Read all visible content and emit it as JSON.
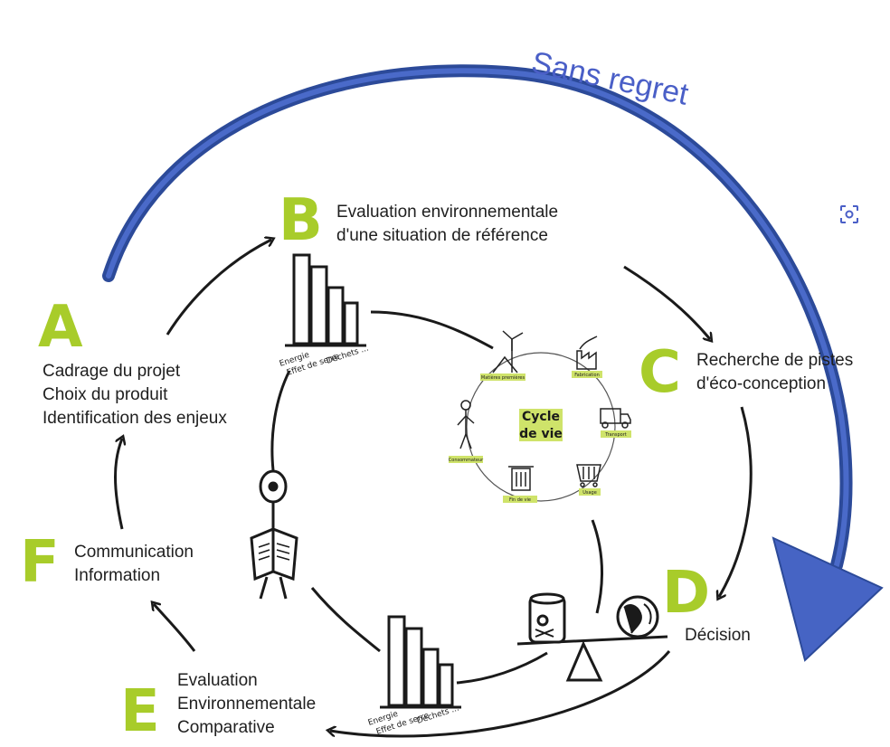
{
  "banner": {
    "text": "Sans regret",
    "color": "#4a5fc7"
  },
  "accent_color": "#a8cc2a",
  "steps": {
    "A": {
      "letter": "A",
      "lines": [
        "Cadrage du projet",
        "Choix du produit",
        "Identification des enjeux"
      ]
    },
    "B": {
      "letter": "B",
      "lines": [
        "Evaluation environnementale",
        "d'une situation de référence"
      ]
    },
    "C": {
      "letter": "C",
      "lines": [
        "Recherche de pistes",
        "d'éco-conception"
      ]
    },
    "D": {
      "letter": "D",
      "lines": [
        "Décision"
      ]
    },
    "E": {
      "letter": "E",
      "lines": [
        "Evaluation",
        "Environnementale",
        "Comparative"
      ]
    },
    "F": {
      "letter": "F",
      "lines": [
        "Communication",
        "Information"
      ]
    }
  },
  "bar_chart_labels": [
    "Energie",
    "Effet de serre",
    "Déchets ..."
  ],
  "cycle": {
    "title_line1": "Cycle",
    "title_line2": "de vie",
    "stages": [
      "Matières premières",
      "Fabrication",
      "Transport",
      "Usage",
      "Fin de vie",
      "Consommateur"
    ]
  },
  "icons": {
    "scan": "scan-icon"
  }
}
